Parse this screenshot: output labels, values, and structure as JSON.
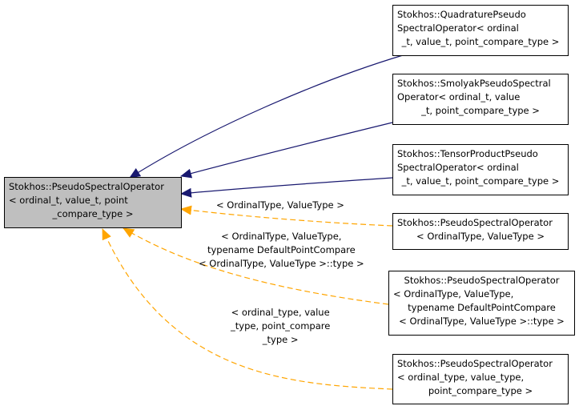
{
  "colors": {
    "inheritance": "#191970",
    "template": "#ffa500",
    "main_fill": "#bfbfbf"
  },
  "main_node": {
    "lines": [
      "Stokhos::PseudoSpectralOperator",
      "< ordinal_t, value_t, point",
      "_compare_type >"
    ]
  },
  "derived": [
    {
      "lines": [
        "Stokhos::QuadraturePseudo",
        "SpectralOperator< ordinal",
        "_t, value_t, point_compare_type >"
      ]
    },
    {
      "lines": [
        "Stokhos::SmolyakPseudoSpectral",
        "Operator< ordinal_t, value",
        "_t, point_compare_type >"
      ]
    },
    {
      "lines": [
        "Stokhos::TensorProductPseudo",
        "SpectralOperator< ordinal",
        "_t, value_t, point_compare_type >"
      ]
    },
    {
      "lines": [
        "Stokhos::PseudoSpectralOperator",
        "< OrdinalType, ValueType >"
      ]
    },
    {
      "lines": [
        "Stokhos::PseudoSpectralOperator",
        "< OrdinalType, ValueType,",
        "typename DefaultPointCompare",
        "< OrdinalType, ValueType >::type >"
      ]
    },
    {
      "lines": [
        "Stokhos::PseudoSpectralOperator",
        "< ordinal_type, value_type,",
        "point_compare_type >"
      ]
    }
  ],
  "edge_labels": [
    {
      "lines": [
        "< OrdinalType, ValueType >"
      ]
    },
    {
      "lines": [
        "< OrdinalType, ValueType,",
        "typename DefaultPointCompare",
        "< OrdinalType, ValueType >::type >"
      ]
    },
    {
      "lines": [
        "< ordinal_type, value",
        "_type, point_compare",
        "_type >"
      ]
    }
  ]
}
